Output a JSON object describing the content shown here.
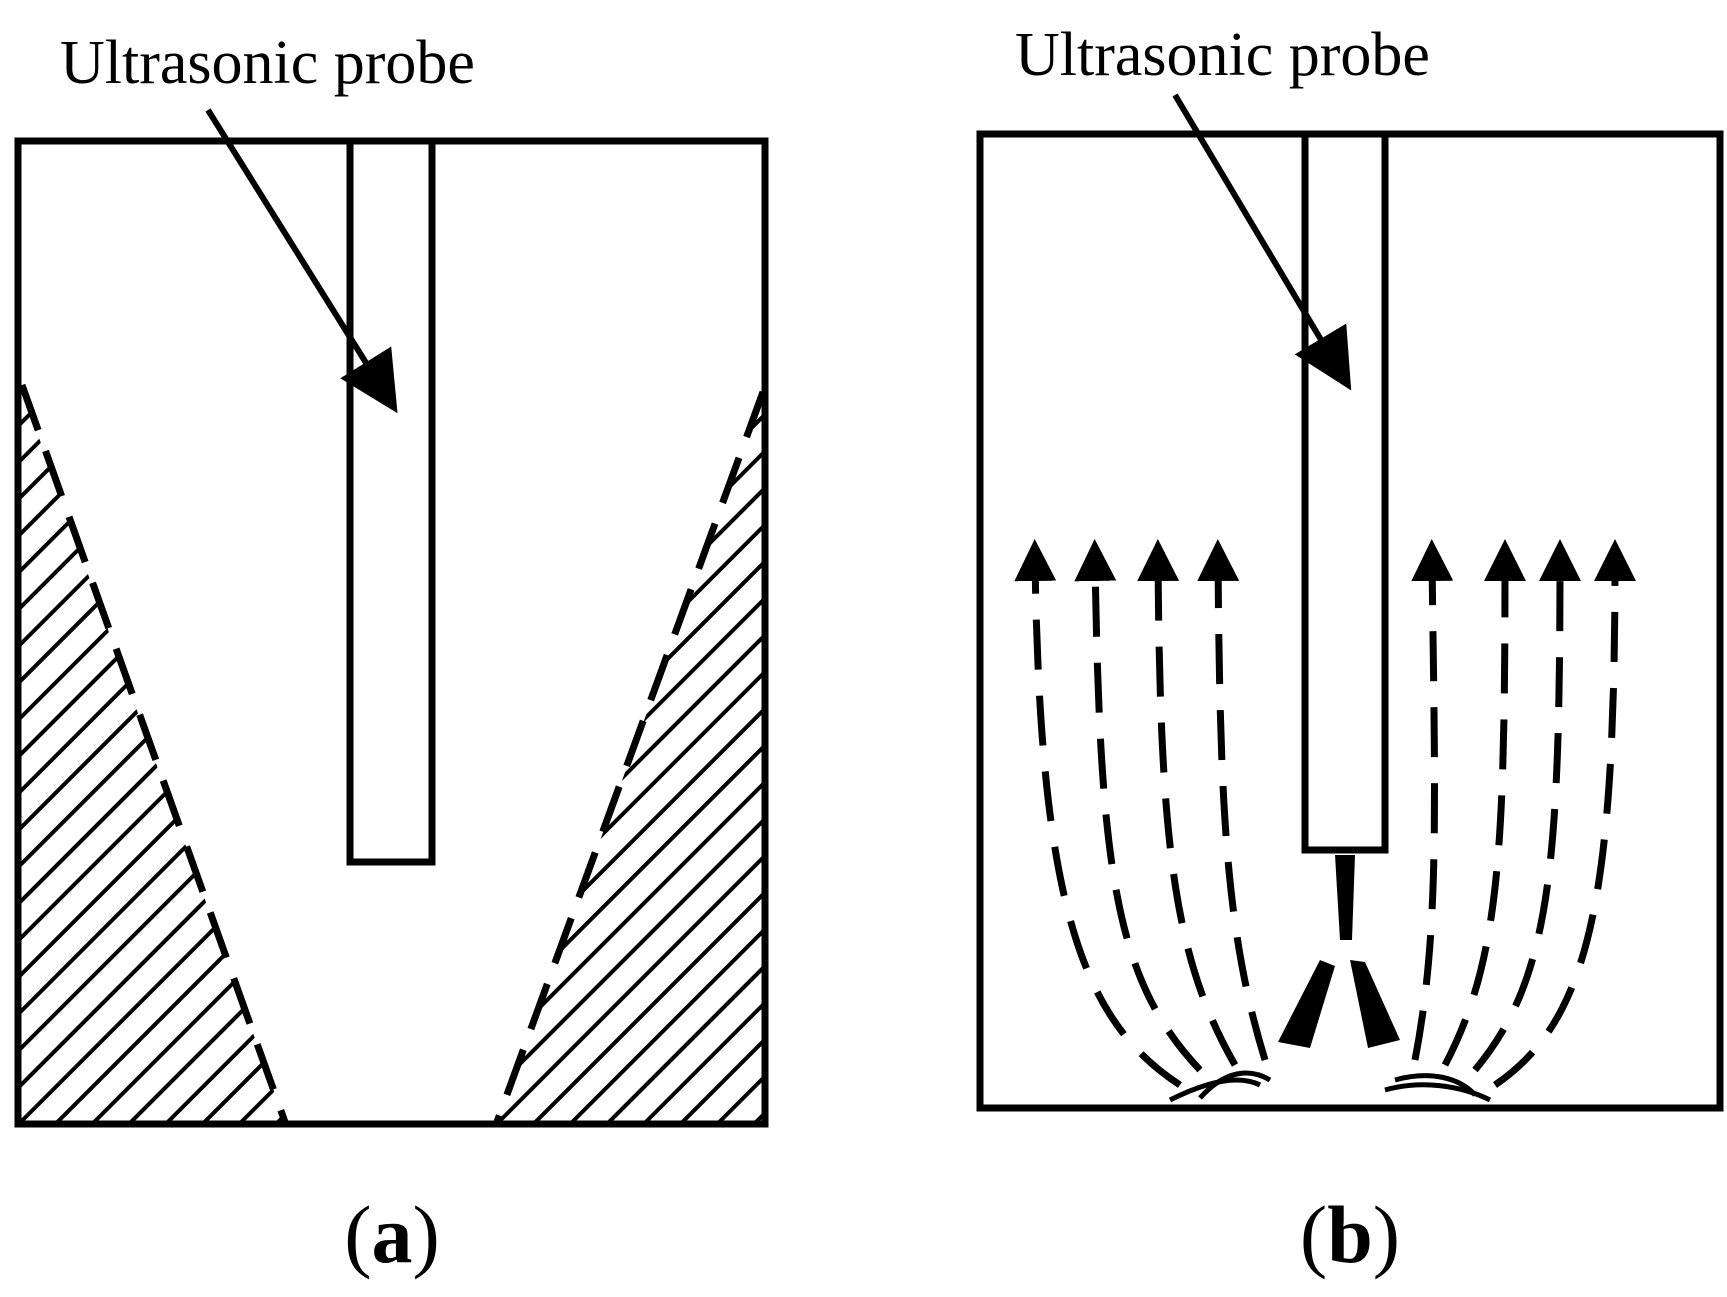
{
  "panels": [
    {
      "id": "a",
      "probe_label": "Ultrasonic probe",
      "caption_open": "(",
      "caption_letter": "a",
      "caption_close": ")"
    },
    {
      "id": "b",
      "probe_label": "Ultrasonic probe",
      "caption_open": "(",
      "caption_letter": "b",
      "caption_close": ")"
    }
  ],
  "colors": {
    "line": "#000000",
    "background": "#ffffff"
  }
}
